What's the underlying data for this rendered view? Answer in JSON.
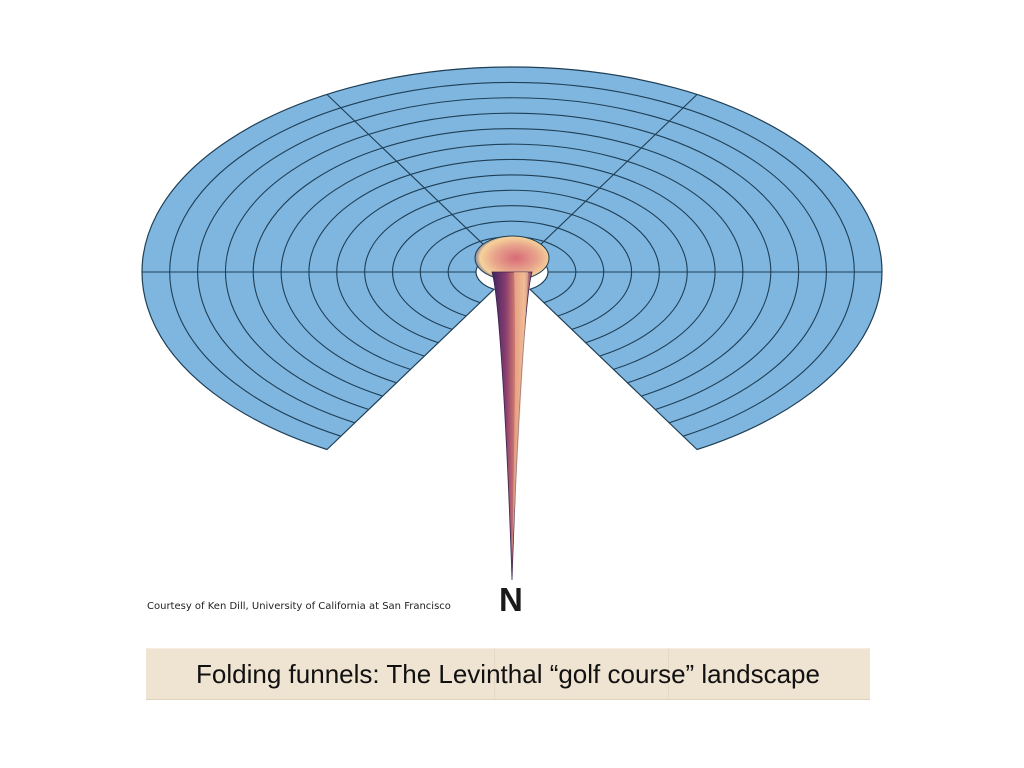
{
  "figure": {
    "credit": "Courtesy of Ken Dill, University of California at San Francisco",
    "funnel_label": "N",
    "caption": "Folding funnels:  The Levinthal “golf course” landscape",
    "colors": {
      "surface": "#7fb6e0",
      "grid": "#1f3f55",
      "funnel_dark": "#4a2a6a",
      "funnel_mid": "#b45a78",
      "funnel_light": "#f0b48c",
      "caption_background": "#efe3d2"
    },
    "rings": 12,
    "spokes": 5
  }
}
